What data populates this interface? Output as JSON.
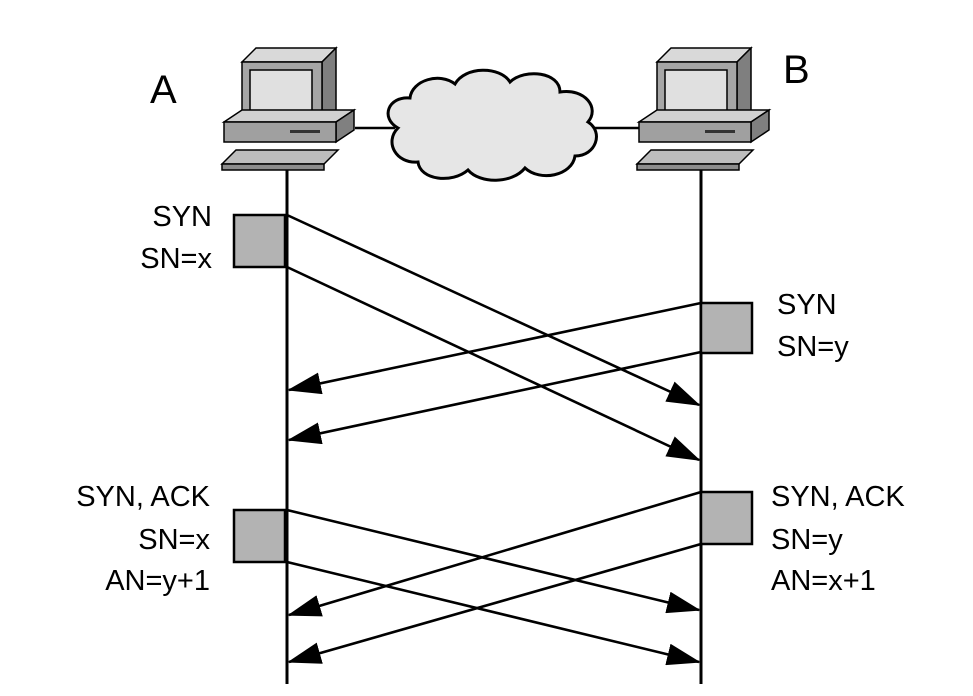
{
  "hosts": {
    "a": {
      "label": "A"
    },
    "b": {
      "label": "B"
    }
  },
  "network": {
    "icon": "cloud-icon"
  },
  "host_icon": "desktop-computer-icon",
  "colors": {
    "box_fill": "#b3b3b3",
    "line": "#000000",
    "cloud_fill": "#e6e6e6"
  },
  "messages": {
    "a_syn": {
      "lines": [
        "SYN",
        "SN=x"
      ]
    },
    "b_syn": {
      "lines": [
        "SYN",
        "SN=y"
      ]
    },
    "a_synack": {
      "lines": [
        "SYN, ACK",
        "SN=x",
        "AN=y+1"
      ]
    },
    "b_synack": {
      "lines": [
        "SYN, ACK",
        "SN=y",
        "AN=x+1"
      ]
    }
  }
}
